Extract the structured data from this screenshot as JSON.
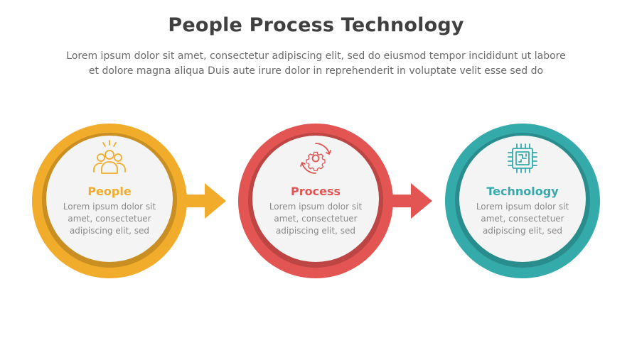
{
  "title": "People Process Technology",
  "subtitle": {
    "line1": "Lorem ipsum dolor sit amet, consectetur adipiscing elit, sed do eiusmod tempor incididunt ut labore",
    "line2": "et dolore magna aliqua Duis aute irure dolor in reprehenderit in voluptate velit esse sed do"
  },
  "steps": [
    {
      "title": "People",
      "desc_lines": [
        "Lorem ipsum dolor sit",
        "amet, consectetuer",
        "adipiscing elit, sed"
      ],
      "icon": "people-group-icon",
      "color": "#f2ac2b",
      "dark": "#c98f22"
    },
    {
      "title": "Process",
      "desc_lines": [
        "Lorem ipsum dolor sit",
        "amet, consectetuer",
        "adipiscing elit, sed"
      ],
      "icon": "gear-cycle-icon",
      "color": "#e25553",
      "dark": "#bd4644"
    },
    {
      "title": "Technology",
      "desc_lines": [
        "Lorem ipsum dolor sit",
        "amet, consectetuer",
        "adipiscing elit, sed"
      ],
      "icon": "chip-icon",
      "color": "#35aaaa",
      "dark": "#2a8d8d"
    }
  ]
}
